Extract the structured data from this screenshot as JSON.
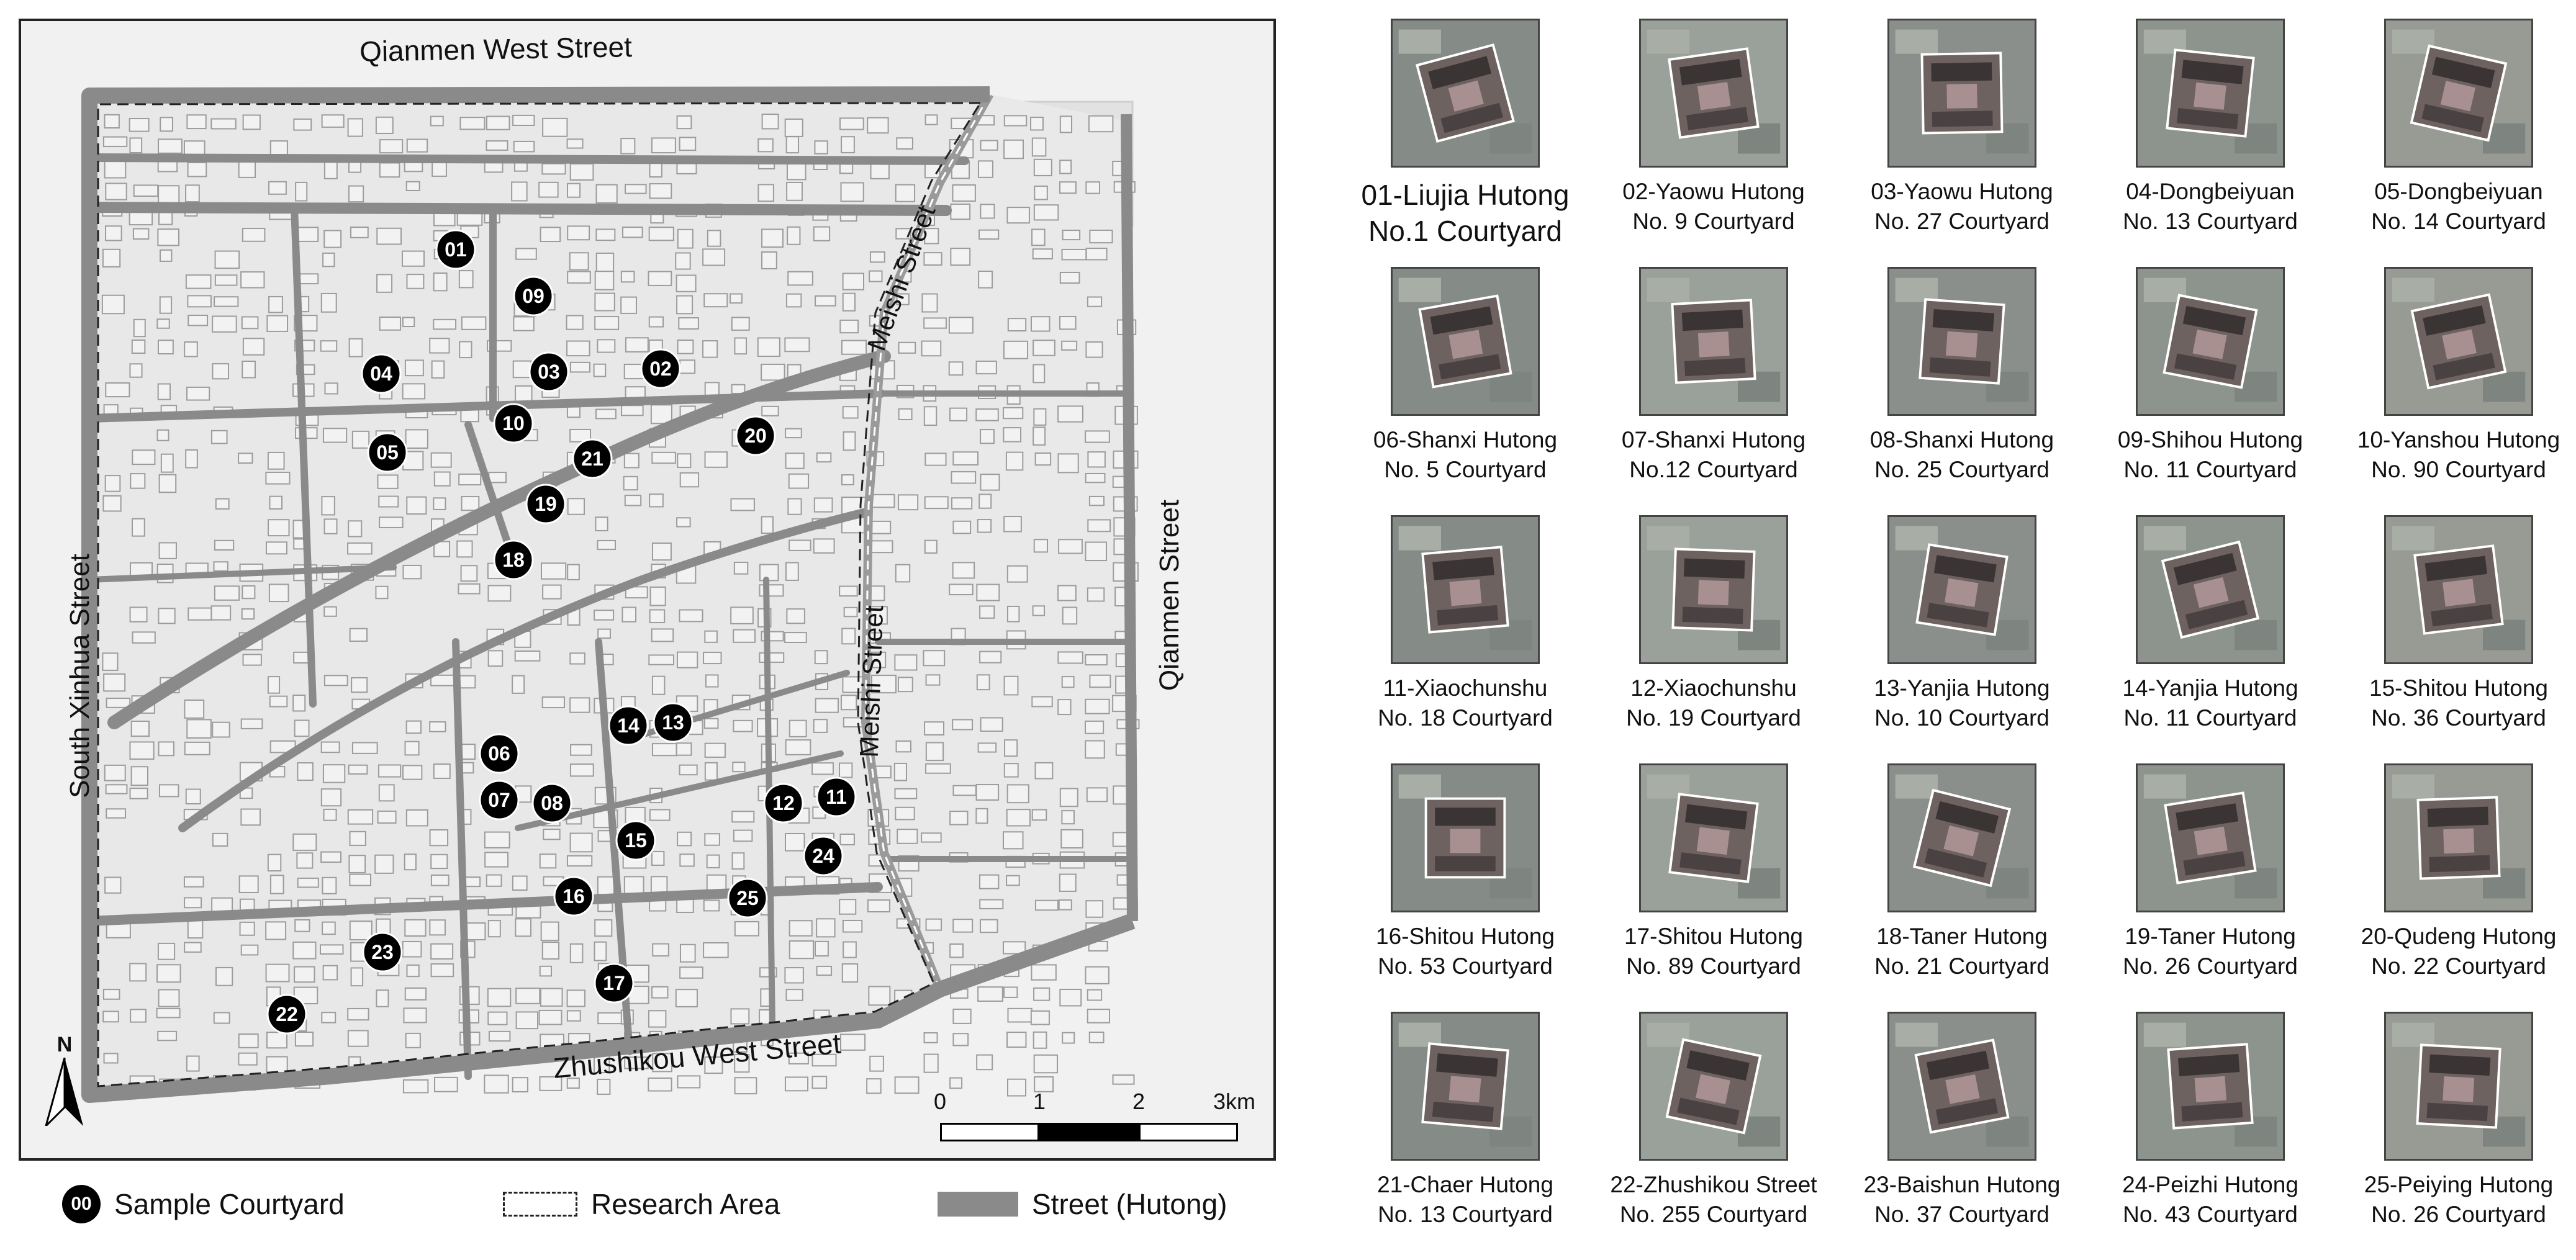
{
  "map": {
    "street_labels": {
      "north": "Qianmen West Street",
      "south": "Zhushikou West Street",
      "west": "South Xinhua Street",
      "east": "Qianmen Street",
      "meishi_upper": "Meishi Street",
      "meishi_lower": "Meishi Street"
    },
    "north_arrow": "N",
    "scale_bar": {
      "ticks": [
        "0",
        "1",
        "2",
        "3km"
      ]
    },
    "markers": [
      {
        "id": "01"
      },
      {
        "id": "02"
      },
      {
        "id": "03"
      },
      {
        "id": "04"
      },
      {
        "id": "05"
      },
      {
        "id": "06"
      },
      {
        "id": "07"
      },
      {
        "id": "08"
      },
      {
        "id": "09"
      },
      {
        "id": "10"
      },
      {
        "id": "11"
      },
      {
        "id": "12"
      },
      {
        "id": "13"
      },
      {
        "id": "14"
      },
      {
        "id": "15"
      },
      {
        "id": "16"
      },
      {
        "id": "17"
      },
      {
        "id": "18"
      },
      {
        "id": "19"
      },
      {
        "id": "20"
      },
      {
        "id": "21"
      },
      {
        "id": "22"
      },
      {
        "id": "23"
      },
      {
        "id": "24"
      },
      {
        "id": "25"
      }
    ]
  },
  "legend": {
    "marker_symbol": "00",
    "sample_courtyard": "Sample Courtyard",
    "research_area": "Research Area",
    "street": "Street (Hutong)"
  },
  "courtyards": [
    {
      "line1": "01-Liujia Hutong",
      "line2": "No.1 Courtyard"
    },
    {
      "line1": "02-Yaowu Hutong",
      "line2": "No. 9 Courtyard"
    },
    {
      "line1": "03-Yaowu Hutong",
      "line2": "No. 27 Courtyard"
    },
    {
      "line1": "04-Dongbeiyuan",
      "line2": "No. 13 Courtyard"
    },
    {
      "line1": "05-Dongbeiyuan",
      "line2": "No. 14 Courtyard"
    },
    {
      "line1": "06-Shanxi Hutong",
      "line2": "No. 5 Courtyard"
    },
    {
      "line1": "07-Shanxi Hutong",
      "line2": "No.12 Courtyard"
    },
    {
      "line1": "08-Shanxi Hutong",
      "line2": "No. 25 Courtyard"
    },
    {
      "line1": "09-Shihou Hutong",
      "line2": "No. 11 Courtyard"
    },
    {
      "line1": "10-Yanshou Hutong",
      "line2": "No. 90 Courtyard"
    },
    {
      "line1": "11-Xiaochunshu",
      "line2": "No. 18 Courtyard"
    },
    {
      "line1": "12-Xiaochunshu",
      "line2": "No. 19 Courtyard"
    },
    {
      "line1": "13-Yanjia Hutong",
      "line2": "No. 10 Courtyard"
    },
    {
      "line1": "14-Yanjia Hutong",
      "line2": "No. 11 Courtyard"
    },
    {
      "line1": "15-Shitou Hutong",
      "line2": "No. 36 Courtyard"
    },
    {
      "line1": "16-Shitou Hutong",
      "line2": "No. 53 Courtyard"
    },
    {
      "line1": "17-Shitou Hutong",
      "line2": "No. 89 Courtyard"
    },
    {
      "line1": "18-Taner Hutong",
      "line2": "No. 21 Courtyard"
    },
    {
      "line1": "19-Taner Hutong",
      "line2": "No. 26 Courtyard"
    },
    {
      "line1": "20-Qudeng Hutong",
      "line2": "No. 22 Courtyard"
    },
    {
      "line1": "21-Chaer Hutong",
      "line2": "No. 13 Courtyard"
    },
    {
      "line1": "22-Zhushikou Street",
      "line2": "No. 255 Courtyard"
    },
    {
      "line1": "23-Baishun Hutong",
      "line2": "No. 37 Courtyard"
    },
    {
      "line1": "24-Peizhi Hutong",
      "line2": "No. 43 Courtyard"
    },
    {
      "line1": "25-Peiying Hutong",
      "line2": "No. 26 Courtyard"
    }
  ],
  "colors": {
    "street": "#8a8a8a",
    "block": "#e6e6e6",
    "marker": "#000000",
    "scale_dark": "#000000"
  }
}
